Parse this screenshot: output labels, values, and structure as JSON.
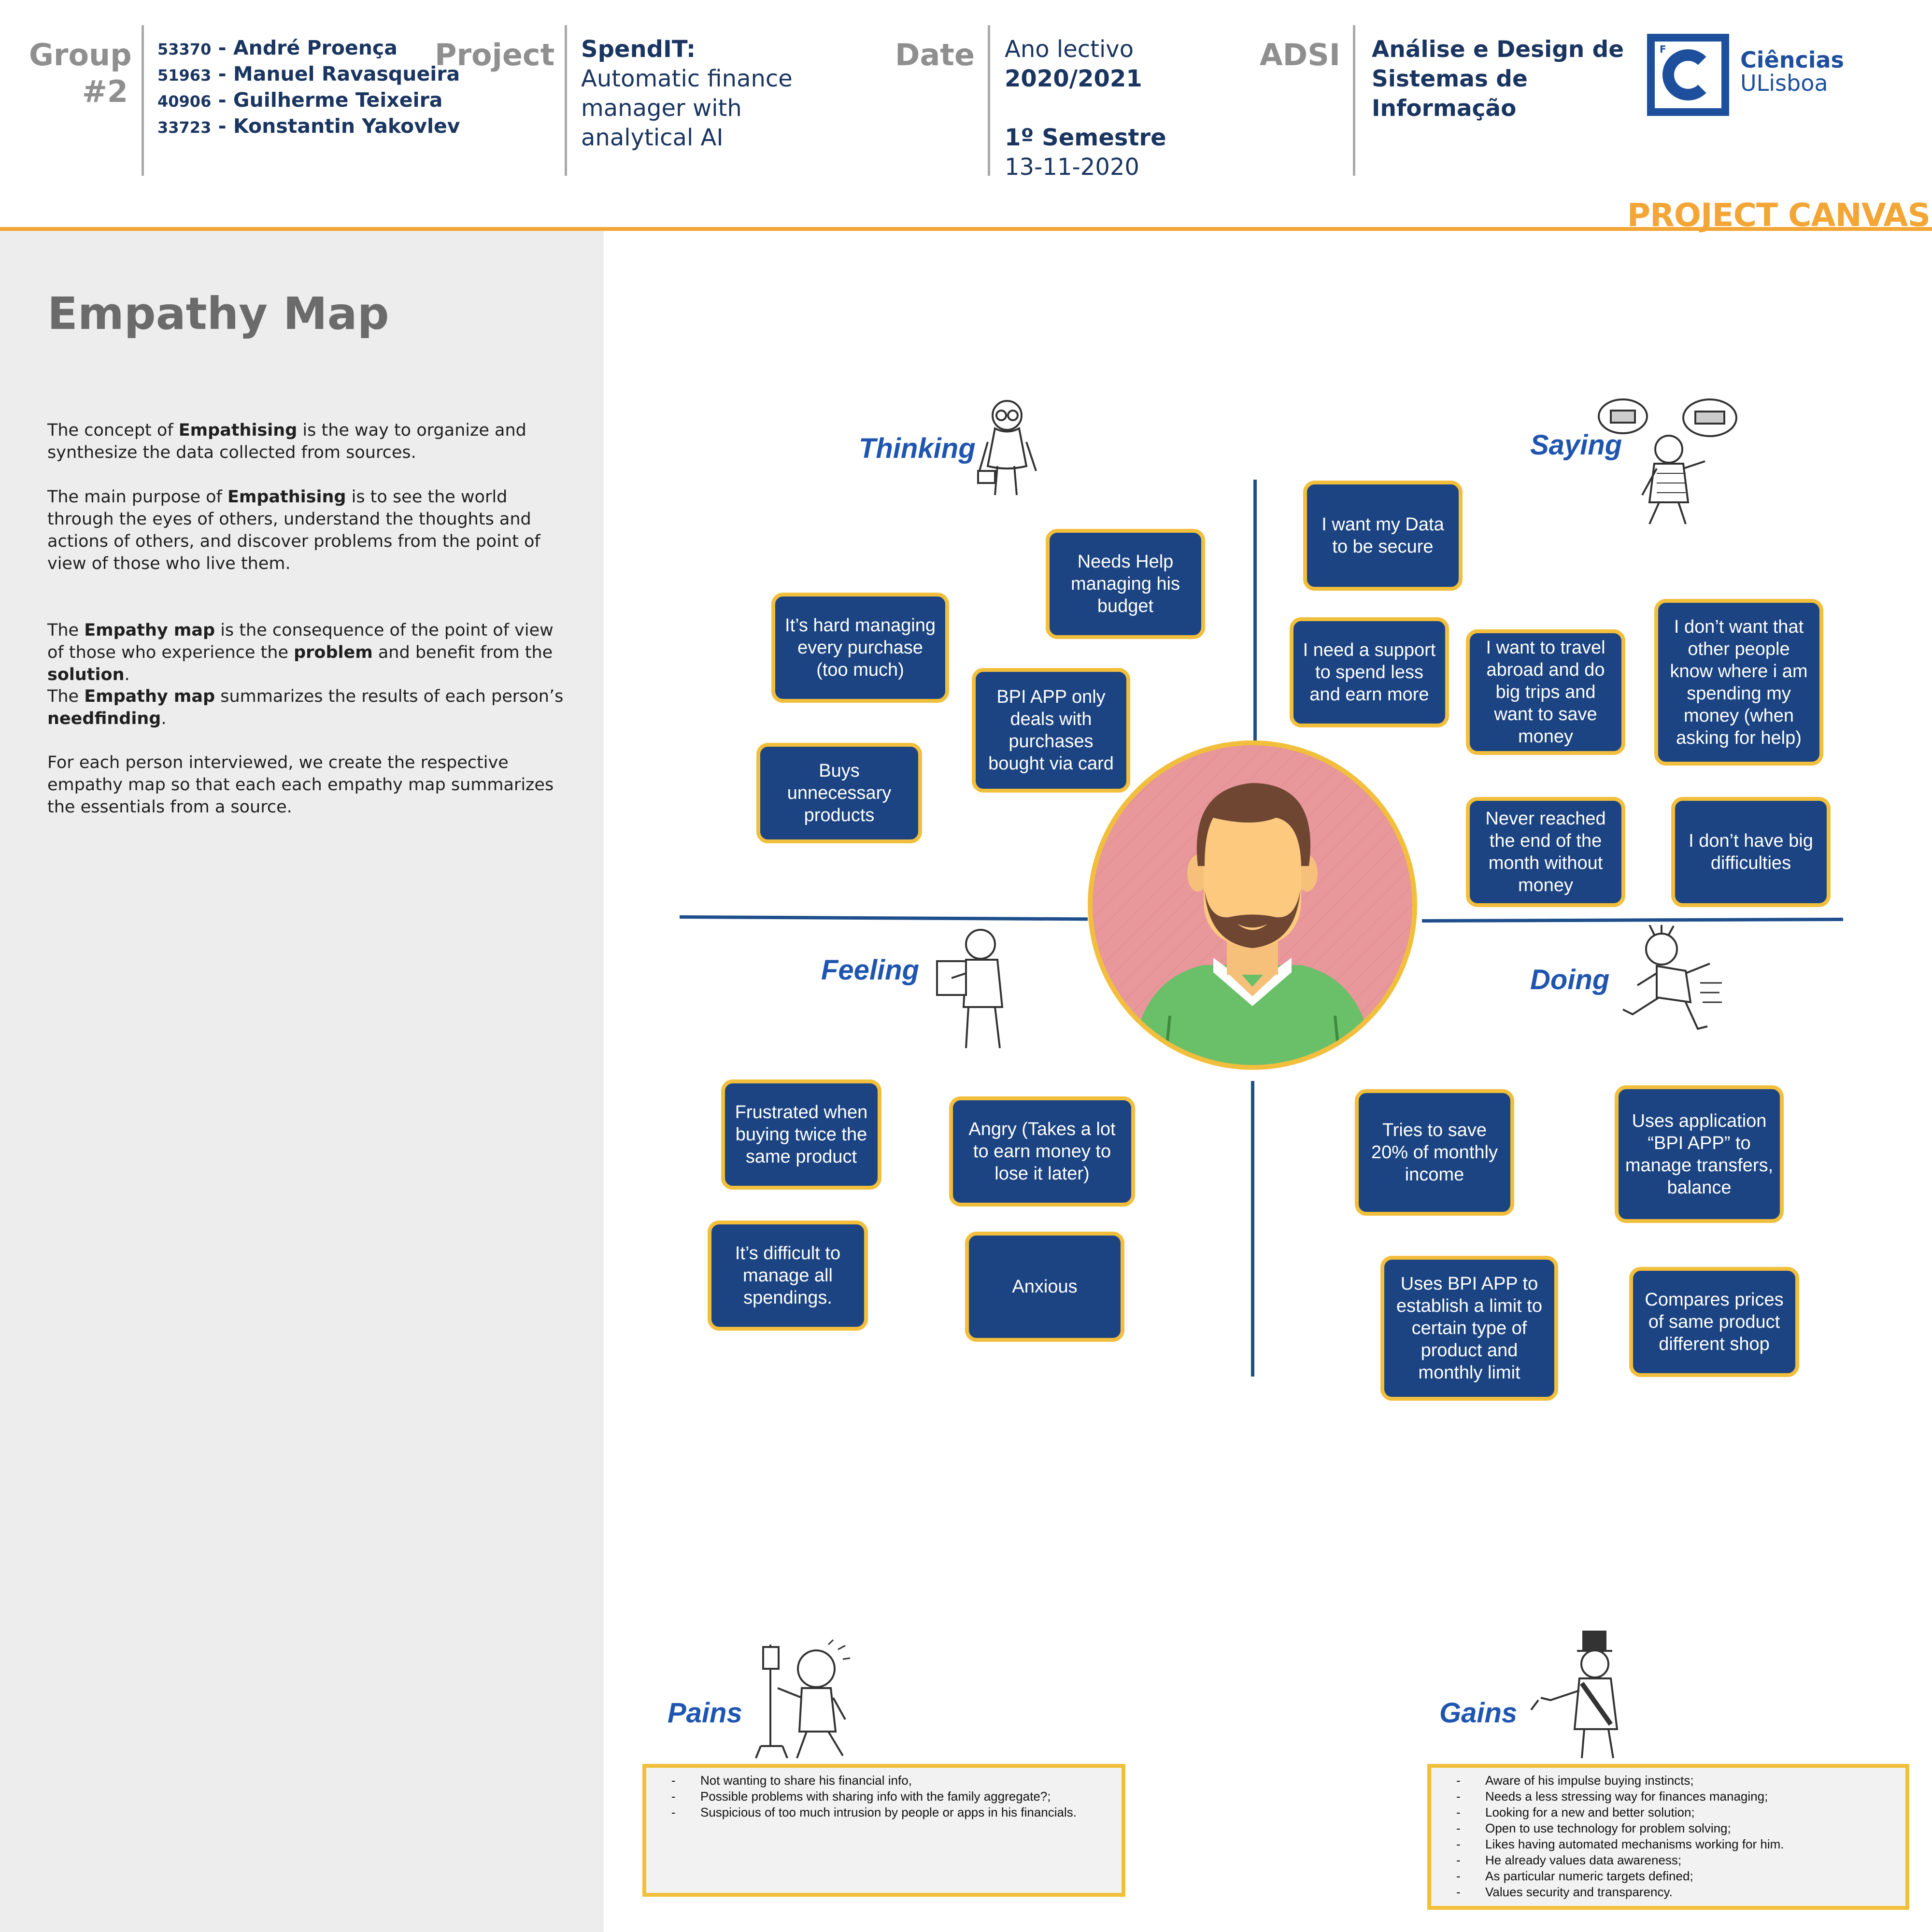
{
  "header": {
    "group_label": "Group",
    "group_number": "#2",
    "members": [
      {
        "number": "53370",
        "name": "André Proença"
      },
      {
        "number": "51963",
        "name": "Manuel Ravasqueira"
      },
      {
        "number": "40906",
        "name": "Guilherme Teixeira"
      },
      {
        "number": "33723",
        "name": "Konstantin Yakovlev"
      }
    ],
    "project_label": "Project",
    "project_name": "SpendIT:",
    "project_desc_lines": [
      "Automatic finance",
      "manager with",
      "analytical AI"
    ],
    "date_label": "Date",
    "year_label": "Ano lectivo",
    "year_value": "2020/2021",
    "semester": "1º Semestre",
    "date_value": "13-11-2020",
    "course_label": "ADSI",
    "course_lines": [
      "Análise e Design de",
      "Sistemas de",
      "Informação"
    ],
    "logo_lines": [
      "Ciências",
      "ULisboa"
    ],
    "logo_small_letter": "F",
    "canvas_title": "PROJECT CANVAS"
  },
  "left_panel": {
    "title": "Empathy Map",
    "p1_before": "The concept of ",
    "p1_bold": "Empathising",
    "p1_after": " is the way to organize and synthesize the data collected from sources.",
    "p2_before": "The main purpose of ",
    "p2_bold": "Empathising",
    "p2_after": "  is to see the world through the eyes of others, understand the thoughts and actions of others, and discover problems from the point of view of those who live them.",
    "p3_a": "The ",
    "p3_b": "Empathy map",
    "p3_c": " is the consequence of the point of view of those who experience the ",
    "p3_d": "problem",
    "p3_e": " and benefit from the ",
    "p3_f": "solution",
    "p3_g": ".",
    "p4_a": "The ",
    "p4_b": "Empathy map",
    "p4_c": " summarizes the results of each person’s ",
    "p4_d": "needfinding",
    "p4_e": ".",
    "p5": "For each person interviewed, we create the respective empathy map so that each each empathy map summarizes the essentials from a source."
  },
  "quadrants": {
    "thinking": "Thinking",
    "saying": "Saying",
    "feeling": "Feeling",
    "doing": "Doing",
    "pains": "Pains",
    "gains": "Gains"
  },
  "notes": {
    "thinking": [
      "Needs Help managing his budget",
      "It’s hard managing every purchase (too much)",
      "BPI APP only deals with purchases bought via card",
      "Buys unnecessary products"
    ],
    "saying": [
      "I want my Data to be secure",
      "I need a support to spend less and earn more",
      "I want to travel abroad and do big trips and want to save money",
      "I don’t want that other people know where i am spending my money (when asking for help)",
      "Never reached the end of the month without money",
      "I don’t have big difficulties"
    ],
    "feeling": [
      "Frustrated when buying twice the same product",
      "Angry (Takes a lot to earn money to lose it later)",
      "It’s difficult to manage all spendings.",
      "Anxious"
    ],
    "doing": [
      "Tries to save 20% of monthly income",
      "Uses application “BPI APP” to manage transfers, balance",
      "Uses BPI APP to establish a limit to certain type of product and monthly limit",
      "Compares prices of same product different shop"
    ]
  },
  "pains": [
    "Not wanting to share his financial info,",
    "Possible problems with sharing info with the family aggregate?;",
    "Suspicious of too much intrusion by people or apps in his financials."
  ],
  "gains": [
    "Aware of his impulse buying instincts;",
    "Needs a less stressing way for finances managing;",
    "Looking for a new and better solution;",
    "Open to use technology for problem solving;",
    "Likes having automated mechanisms working for him.",
    "He already values data awareness;",
    "As particular numeric targets defined;",
    "Values security and transparency."
  ],
  "colors": {
    "accent_orange": "#f3a636",
    "note_fill": "#1c4482",
    "note_border": "#f2bf3c",
    "label_blue": "#1f55b0",
    "header_navy": "#1a3560"
  },
  "icons": [
    "thinking-figure-icon",
    "saying-figure-icon",
    "feeling-figure-icon",
    "doing-figure-icon",
    "pains-figure-icon",
    "gains-figure-icon",
    "persona-avatar-icon",
    "ulisboa-logo-icon"
  ]
}
